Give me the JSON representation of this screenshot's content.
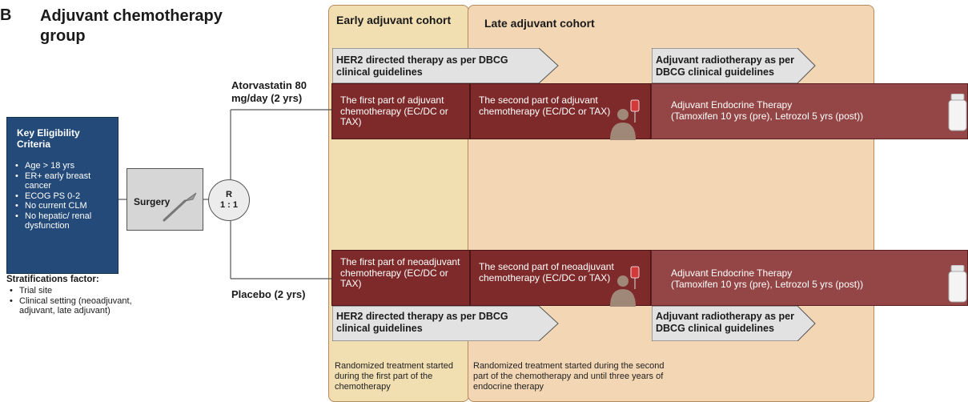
{
  "panel": {
    "letter": "B",
    "title": "Adjuvant chemotherapy group"
  },
  "eligibility": {
    "title": "Key Eligibility Criteria",
    "items": [
      "Age > 18 yrs",
      "ER+ early breast cancer",
      "ECOG PS 0-2",
      "No current CLM",
      "No hepatic/ renal dysfunction"
    ]
  },
  "stratification": {
    "title": "Stratifications factor:",
    "items": [
      "Trial site",
      "Clinical setting (neoadjuvant, adjuvant, late adjuvant)"
    ]
  },
  "surgery": {
    "label": "Surgery"
  },
  "randomization": {
    "line1": "R",
    "line2": "1 : 1"
  },
  "arms": {
    "top": "Atorvastatin 80 mg/day (2 yrs)",
    "bottom": "Placebo (2 yrs)"
  },
  "cohorts": {
    "early": "Early adjuvant cohort",
    "late": "Late adjuvant cohort"
  },
  "top_row": {
    "her2": "HER2 directed therapy as per DBCG clinical guidelines",
    "radio": "Adjuvant radiotherapy as per DBCG clinical guidelines",
    "chemo1": "The first part of adjuvant chemotherapy (EC/DC or TAX)",
    "chemo2": "The second part of adjuvant chemotherapy (EC/DC or TAX)",
    "endocrine_title": "Adjuvant Endocrine Therapy",
    "endocrine_detail": "(Tamoxifen 10 yrs (pre), Letrozol 5 yrs (post))"
  },
  "bottom_row": {
    "chemo1": "The first part of neoadjuvant chemotherapy (EC/DC or TAX)",
    "chemo2": "The second part of neoadjuvant chemotherapy (EC/DC or TAX)",
    "endocrine_title": "Adjuvant Endocrine Therapy",
    "endocrine_detail": "(Tamoxifen 10 yrs (pre), Letrozol 5 yrs (post))",
    "her2": "HER2 directed therapy as per DBCG clinical guidelines",
    "radio": "Adjuvant radiotherapy as per DBCG clinical guidelines"
  },
  "footer": {
    "early": "Randomized treatment started during the first part of the chemotherapy",
    "late": "Randomized treatment started during the second part of the chemotherapy and until three years of endocrine therapy"
  },
  "colors": {
    "chemo": "#7f2a2a",
    "endocrine": "#944646",
    "eligibility": "#234a78",
    "early_cohort": "#f1dfb2",
    "late_cohort": "#f3d6b4"
  }
}
